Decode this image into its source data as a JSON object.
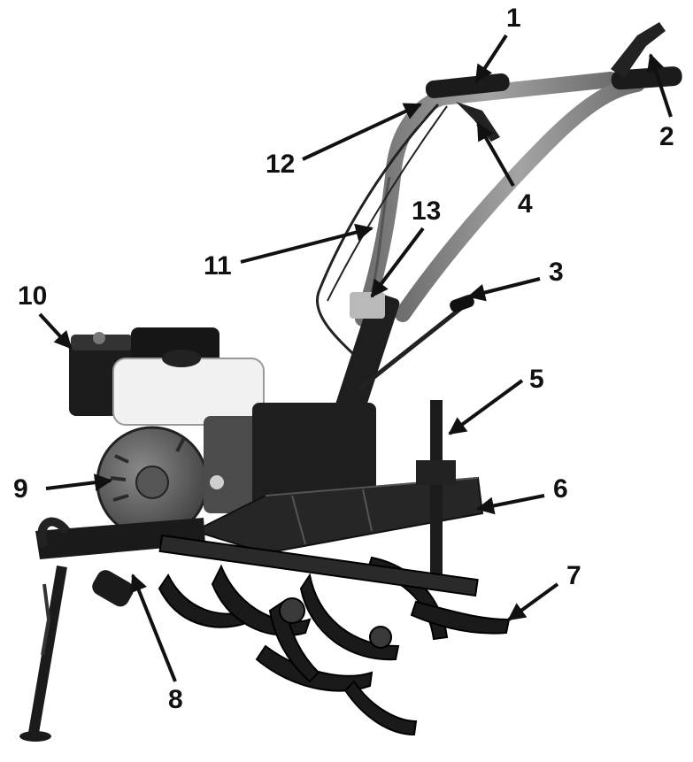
{
  "figure": {
    "callouts": [
      {
        "id": "1",
        "label": "1"
      },
      {
        "id": "2",
        "label": "2"
      },
      {
        "id": "3",
        "label": "3"
      },
      {
        "id": "4",
        "label": "4"
      },
      {
        "id": "5",
        "label": "5"
      },
      {
        "id": "6",
        "label": "6"
      },
      {
        "id": "7",
        "label": "7"
      },
      {
        "id": "8",
        "label": "8"
      },
      {
        "id": "9",
        "label": "9"
      },
      {
        "id": "10",
        "label": "10"
      },
      {
        "id": "11",
        "label": "11"
      },
      {
        "id": "12",
        "label": "12"
      },
      {
        "id": "13",
        "label": "13"
      }
    ],
    "colors": {
      "ink": "#111111",
      "metal_dark": "#1e1e1e",
      "metal_mid": "#5a5a5a",
      "tank": "#f2f2f2",
      "handle": "#8a8a8a"
    }
  }
}
